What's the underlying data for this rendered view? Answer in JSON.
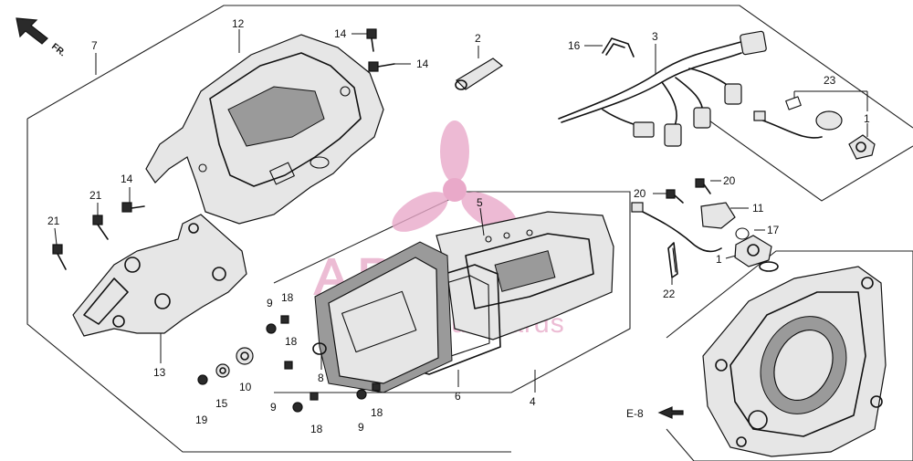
{
  "diagram": {
    "direction_label": "FR.",
    "reference_label": "E-8",
    "callouts": [
      "1",
      "1",
      "2",
      "3",
      "4",
      "5",
      "6",
      "7",
      "8",
      "9",
      "9",
      "9",
      "10",
      "11",
      "12",
      "13",
      "14",
      "14",
      "14",
      "15",
      "16",
      "17",
      "18",
      "18",
      "18",
      "18",
      "19",
      "20",
      "20",
      "21",
      "21",
      "22",
      "23"
    ]
  },
  "watermark": {
    "brand": "ARMADA",
    "tagline": "marine outboards"
  },
  "colors": {
    "line": "#111111",
    "watermark": "#e6a6c6"
  }
}
